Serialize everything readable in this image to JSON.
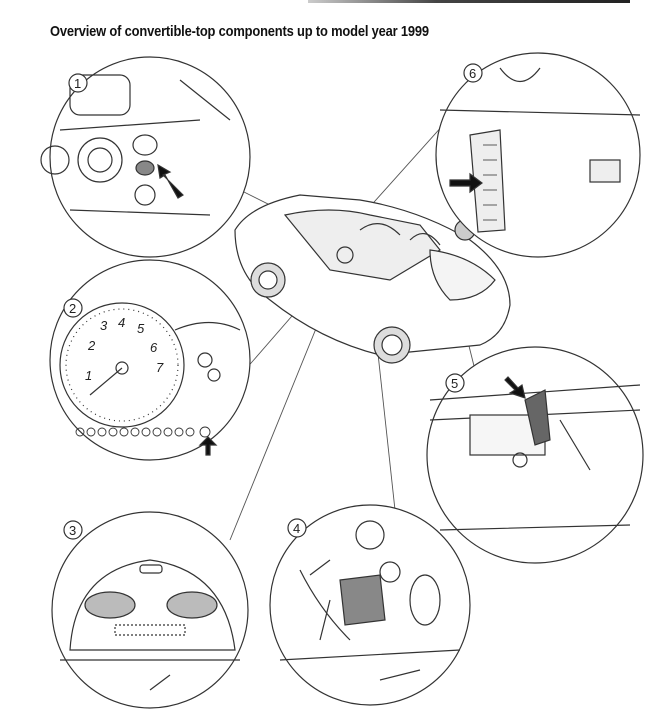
{
  "title": "Overview of convertible-top components up to model year 1999",
  "callouts": [
    "1",
    "2",
    "3",
    "4",
    "5",
    "6"
  ],
  "gauge_numbers": [
    "1",
    "2",
    "3",
    "4",
    "5",
    "6",
    "7"
  ]
}
